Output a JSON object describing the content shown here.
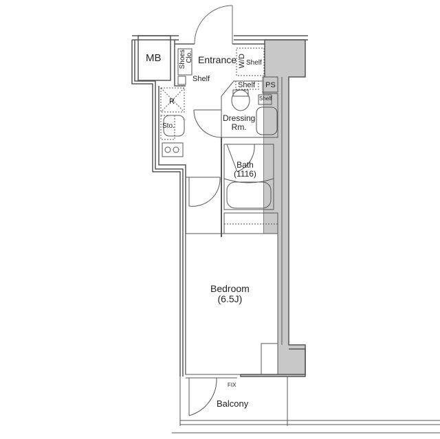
{
  "plan": {
    "colors": {
      "wall": "#555555",
      "column_fill": "#c8c8c8",
      "fixture": "#666666",
      "background": "#ffffff"
    },
    "rooms": {
      "mb": "MB",
      "shoes": "Shoes",
      "clo": "Clo.",
      "entrance": "Entrance",
      "wd": "W/D",
      "shelf_wd": "Shelf",
      "shelf_entrance": "Shelf",
      "shelf_toilet": "Shelf",
      "ps": "PS",
      "shelf_small": "Shelf",
      "fridge": "R",
      "storage": "Sto.",
      "dressing_line1": "Dressing",
      "dressing_line2": "Rm.",
      "bath_line1": "Bath",
      "bath_line2": "(1116)",
      "bedroom_line1": "Bedroom",
      "bedroom_line2": "(6.5J)",
      "fix": "FIX",
      "balcony": "Balcony"
    }
  }
}
